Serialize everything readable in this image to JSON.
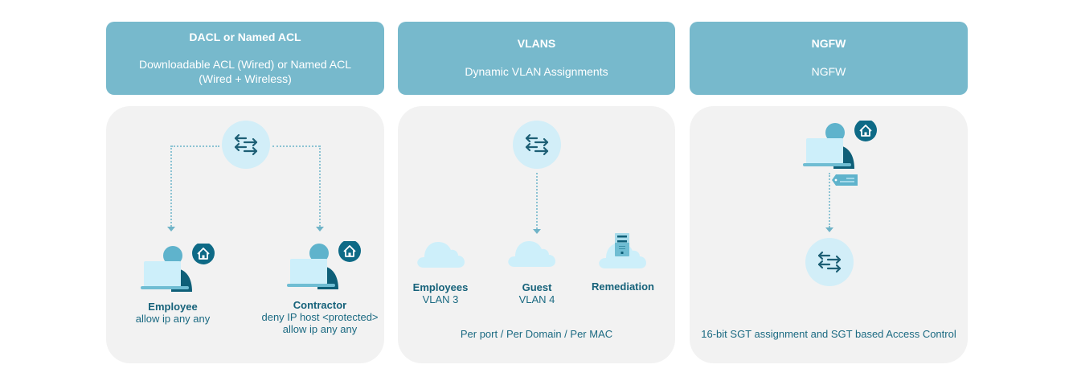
{
  "columns": [
    {
      "header": {
        "title": "DACL or Named ACL",
        "subtitle_line1": "Downloadable ACL (Wired) or Named ACL",
        "subtitle_line2": "(Wired + Wireless)"
      },
      "hub_icon": "swap-arrows-icon",
      "endpoints": [
        {
          "name": "Employee",
          "detail_line1": "allow ip any any",
          "icon": "user-laptop-icon",
          "badge": "home-icon"
        },
        {
          "name": "Contractor",
          "detail_line1": "deny IP host <protected>",
          "detail_line2": "allow ip any any",
          "icon": "user-laptop-icon",
          "badge": "home-icon"
        }
      ]
    },
    {
      "header": {
        "title": "VLANS",
        "subtitle": "Dynamic VLAN Assignments"
      },
      "hub_icon": "swap-arrows-icon",
      "vlans": [
        {
          "name": "Employees",
          "detail": "VLAN 3",
          "icon": "cloud-icon"
        },
        {
          "name": "Guest",
          "detail": "VLAN 4",
          "icon": "cloud-icon"
        },
        {
          "name": "Remediation",
          "icon": "cloud-server-icon"
        }
      ],
      "footer": "Per port /  Per Domain / Per MAC"
    },
    {
      "header": {
        "title": "NGFW",
        "subtitle": "NGFW"
      },
      "source_icon": "user-laptop-icon",
      "tag_icon": "sgt-tag-icon",
      "hub_icon": "swap-arrows-icon",
      "footer": "16-bit SGT assignment and SGT based Access Control"
    }
  ],
  "colors": {
    "header_bg": "#77b9cc",
    "panel_bg": "#f2f2f2",
    "hub_bg": "#d2eef8",
    "accent_dark": "#0e6a86",
    "text": "#1b6a82"
  }
}
